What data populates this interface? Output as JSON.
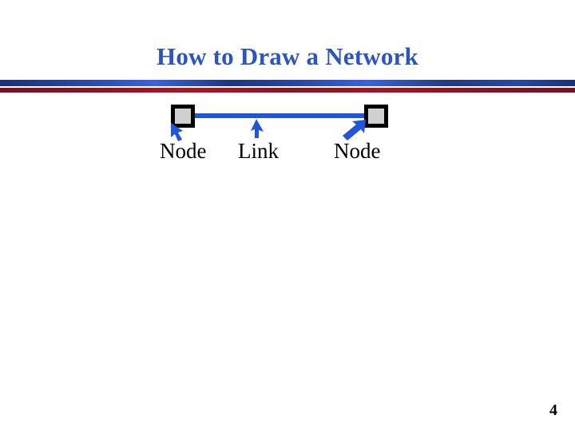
{
  "slide": {
    "title": "How to Draw a Network",
    "page_number": "4",
    "background_color": "#ffffff",
    "title_color": "#2b55c4"
  },
  "divider": {
    "blue_bar_color": "#2a46a8",
    "red_bar_color": "#a81423"
  },
  "diagram": {
    "caption_labels": [
      {
        "text": "Node",
        "target": "left-node"
      },
      {
        "text": "Link",
        "target": "connecting-line"
      },
      {
        "text": "Node",
        "target": "right-node"
      }
    ],
    "nodes": [
      {
        "name": "left-node",
        "fill_color": "#d0d0d0",
        "border_color": "#000000"
      },
      {
        "name": "right-node",
        "fill_color": "#d0d0d0",
        "border_color": "#000000"
      }
    ],
    "link": {
      "name": "connecting-line",
      "color": "#2255dd"
    },
    "arrows": [
      {
        "name": "arrow-to-left-node",
        "color": "#2255dd",
        "direction": "up-left"
      },
      {
        "name": "arrow-to-link",
        "color": "#2255dd",
        "direction": "up"
      },
      {
        "name": "arrow-to-right-node",
        "color": "#2255dd",
        "direction": "up-right"
      }
    ]
  }
}
